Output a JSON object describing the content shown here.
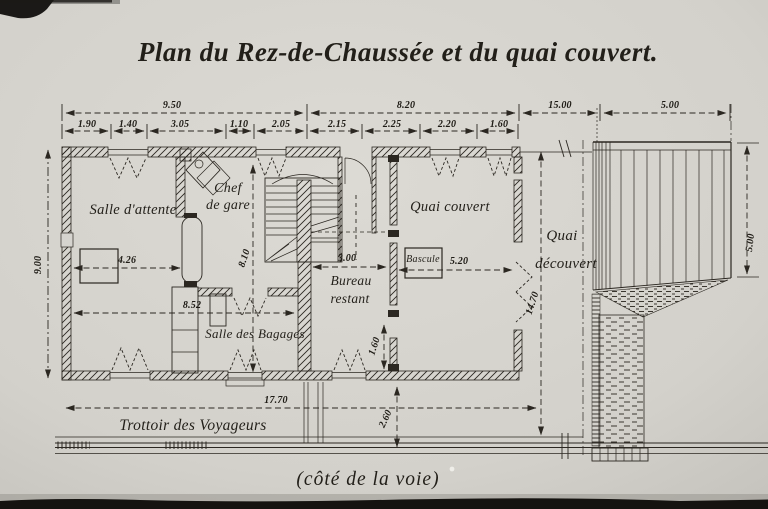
{
  "title": "Plan du Rez-de-Chaussée et du quai couvert.",
  "caption": "(côté de la voie)",
  "rooms": {
    "salle_attente": "Salle d'attente",
    "chef_line1": "Chef",
    "chef_line2": "de gare",
    "bagages": "Salle des Bagages",
    "bureau_line1": "Bureau",
    "bureau_line2": "restant",
    "quai_couvert": "Quai couvert",
    "quai_dec_line1": "Quai",
    "quai_dec_line2": "découvert",
    "bascule": "Bascule",
    "trottoir": "Trottoir des Voyageurs"
  },
  "dimensions": {
    "top_row": {
      "w950": "9.50",
      "w820": "8.20",
      "w1500": "15.00",
      "w500": "5.00"
    },
    "facade": {
      "s190": "1.90",
      "s140": "1.40",
      "s305": "3.05",
      "s110": "1.10",
      "s205": "2.05",
      "s215": "2.15",
      "s225": "2.25",
      "s220": "2.20",
      "s160": "1.60"
    },
    "interior": {
      "w426": "4.26",
      "w852": "8.52",
      "w300": "3.00",
      "w520": "5.20",
      "w1770": "17.70"
    },
    "vertical": {
      "h900": "9.00",
      "h810": "8.10",
      "h160": "1.60",
      "h1470": "14.70",
      "h500": "5.00",
      "h260": "2.60"
    }
  },
  "colors": {
    "paper": "#d4d2cd",
    "ink": "#2b2721"
  }
}
